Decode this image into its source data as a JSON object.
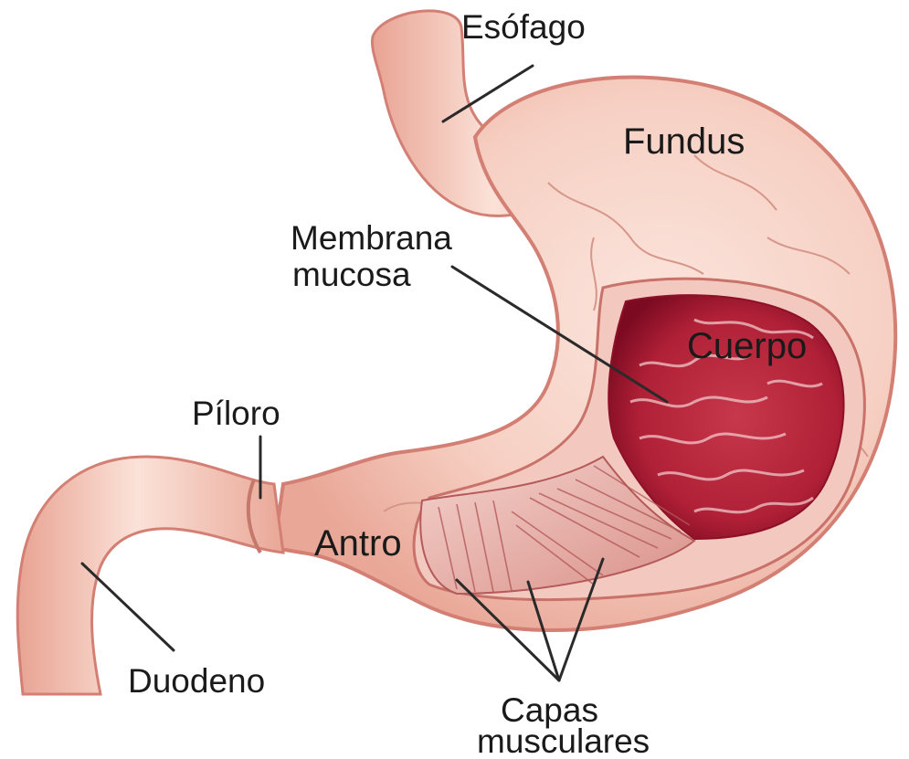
{
  "diagram": {
    "labels": {
      "esofago": "Esófago",
      "fundus": "Fundus",
      "membrana_line1": "Membrana",
      "membrana_line2": "mucosa",
      "cuerpo": "Cuerpo",
      "piloro": "Píloro",
      "antro": "Antro",
      "duodeno": "Duodeno",
      "capas_line1": "Capas",
      "capas_line2": "musculares"
    },
    "colors": {
      "stomach_outer": "#f6cfc2",
      "stomach_outline": "#d47f74",
      "stomach_shade": "#ebaa9c",
      "mucosa": "#b9243a",
      "mucosa_dark": "#8e1027",
      "mucosa_light": "#f1c7c8",
      "muscle": "#e7b3ad",
      "muscle_line": "#b45a5a",
      "background": "#ffffff"
    }
  }
}
